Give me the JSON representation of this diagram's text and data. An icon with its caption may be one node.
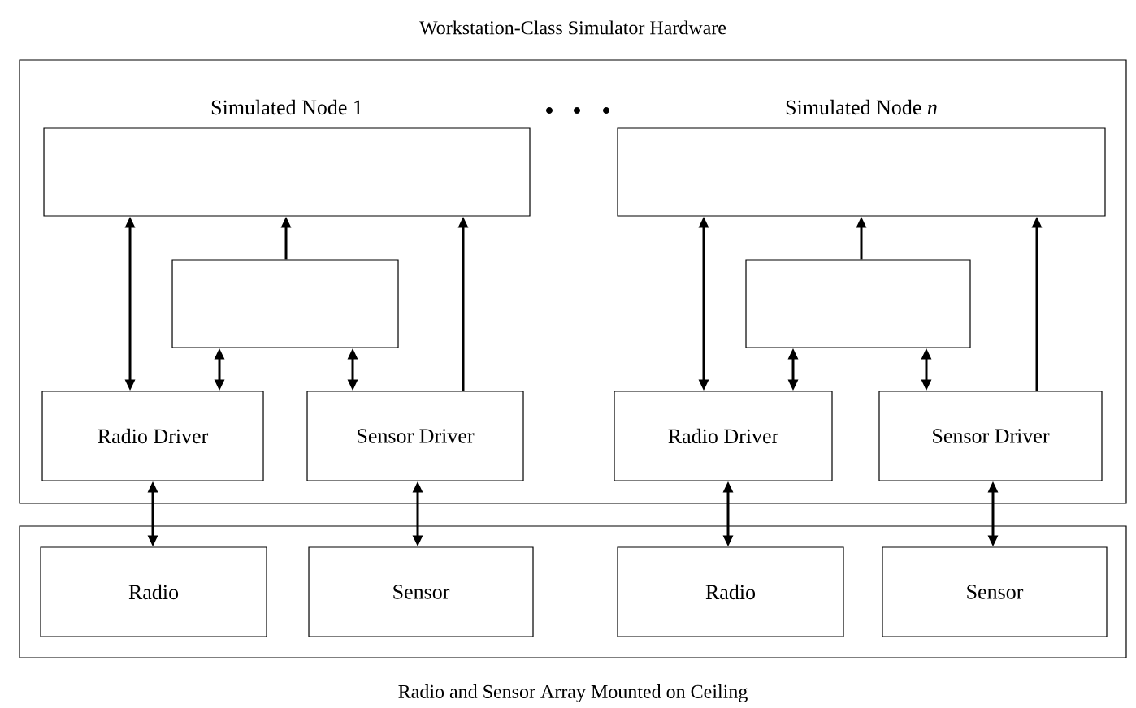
{
  "diagram": {
    "nodes": [
      {
        "text": [
          "Workstation-Class Simulator Hardware"
        ]
      },
      {
        "text": [
          "Simulated Node 1"
        ],
        "in": 0
      },
      {
        "text": [],
        "shape": "box",
        "in": 0
      },
      {
        "text": [
          "Radio Driver"
        ],
        "in": 0
      },
      {
        "text": [
          "Sensor Driver"
        ],
        "in": 0
      },
      {
        "text": [
          "Simulated Node *n*"
        ],
        "in": 0
      },
      {
        "text": [],
        "shape": "box",
        "in": 0
      },
      {
        "text": [
          "Radio Driver"
        ],
        "in": 0
      },
      {
        "text": [
          "Sensor Driver"
        ],
        "in": 0
      },
      {
        "text": [
          "Radio and Sensor Array Mounted on Ceiling"
        ]
      },
      {
        "text": [
          "Radio"
        ],
        "in": 9
      },
      {
        "text": [
          "Sensor"
        ],
        "in": 9
      },
      {
        "text": [
          "Radio"
        ],
        "in": 9
      },
      {
        "text": [
          "Sensor"
        ],
        "in": 9
      }
    ],
    "edges": [
      {
        "from": 3,
        "to": 1,
        "arrow": "both"
      },
      {
        "from": 2,
        "to": 1,
        "arrow": "to"
      },
      {
        "from": 3,
        "to": 2,
        "arrow": "both"
      },
      {
        "from": 4,
        "to": 2,
        "arrow": "both"
      },
      {
        "from": 4,
        "to": 1,
        "arrow": "to"
      },
      {
        "from": 7,
        "to": 5,
        "arrow": "both"
      },
      {
        "from": 6,
        "to": 5,
        "arrow": "to"
      },
      {
        "from": 7,
        "to": 6,
        "arrow": "both"
      },
      {
        "from": 8,
        "to": 6,
        "arrow": "both"
      },
      {
        "from": 8,
        "to": 5,
        "arrow": "to"
      },
      {
        "from": 10,
        "to": 3,
        "arrow": "both"
      },
      {
        "from": 11,
        "to": 4,
        "arrow": "both"
      },
      {
        "from": 12,
        "to": 7,
        "arrow": "both"
      },
      {
        "from": 13,
        "to": 8,
        "arrow": "both"
      }
    ]
  }
}
